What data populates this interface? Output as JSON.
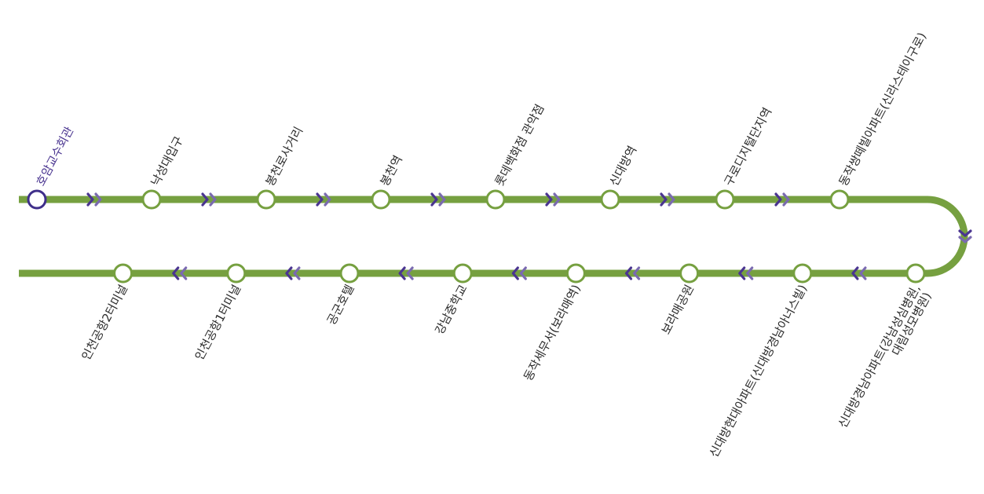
{
  "colors": {
    "line": "#76a040",
    "station_fill": "#ffffff",
    "current_station": "#3f2f8a",
    "arrow_dark": "#4a3590",
    "arrow_light": "#7a6ab0",
    "label": "#2b2b2b"
  },
  "current_station_index": 0,
  "top_row": [
    {
      "name": "호암교수회관"
    },
    {
      "name": "낙성대입구"
    },
    {
      "name": "봉천로사거리"
    },
    {
      "name": "봉천역"
    },
    {
      "name": "롯데백화점 관악점"
    },
    {
      "name": "신대방역"
    },
    {
      "name": "구로디지털단지역"
    },
    {
      "name": "동작쌍떼빌아파트(신라스테이구로)"
    }
  ],
  "bottom_row": [
    {
      "lines": [
        "신대방경남아파트(강남성심병원,",
        "대림성모병원)"
      ]
    },
    {
      "lines": [
        "신대방현대아파트(신대방경남아너스빌)"
      ]
    },
    {
      "lines": [
        "보라매공원"
      ]
    },
    {
      "lines": [
        "동작세무서(보라매역)"
      ]
    },
    {
      "lines": [
        "강남중학교"
      ]
    },
    {
      "lines": [
        "공군호텔"
      ]
    },
    {
      "lines": [
        "인천공항1터미널"
      ]
    },
    {
      "lines": [
        "인천공항2터미널"
      ]
    }
  ]
}
